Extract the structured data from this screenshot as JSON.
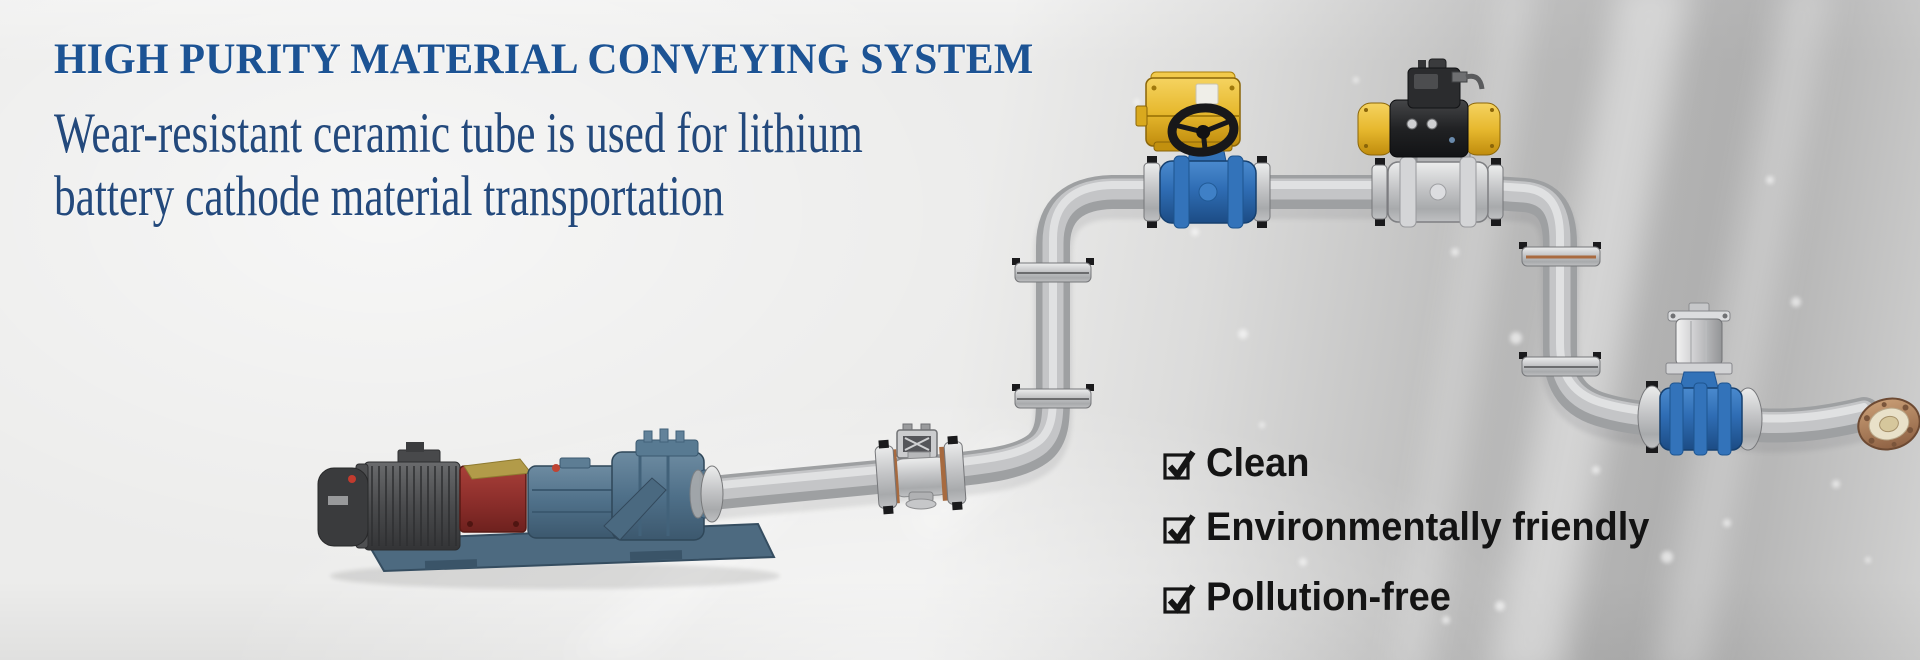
{
  "banner": {
    "title": "HIGH PURITY MATERIAL CONVEYING SYSTEM",
    "subtitle_lines": [
      "Wear-resistant ceramic tube is used for lithium",
      "battery cathode material transportation"
    ],
    "colors": {
      "title_blue": "#1c5394",
      "subtitle_blue": "#23497c"
    }
  },
  "features": {
    "items": [
      {
        "icon": "checkbox-checked-icon",
        "label": "Clean"
      },
      {
        "icon": "checkbox-checked-icon",
        "label": "Environmentally friendly"
      },
      {
        "icon": "checkbox-checked-icon",
        "label": "Pollution-free"
      }
    ],
    "text_color": "#141414"
  },
  "scene": {
    "equipment": [
      "gear-motor-pump-unit",
      "inline-sight-glass-fitting",
      "electric-actuator-ball-valve",
      "pneumatic-rack-pinion-valve",
      "cylinder-actuator-ball-valve",
      "blind-end-flange"
    ],
    "colors": {
      "pipe_gray": "#b2b4b6",
      "valve_blue": "#2e6cb2",
      "actuator_yellow": "#e5b72f",
      "actuator_black": "#232426",
      "pump_red": "#8e2f2c",
      "pump_slate": "#50708a",
      "motor_gray": "#47484a"
    }
  }
}
